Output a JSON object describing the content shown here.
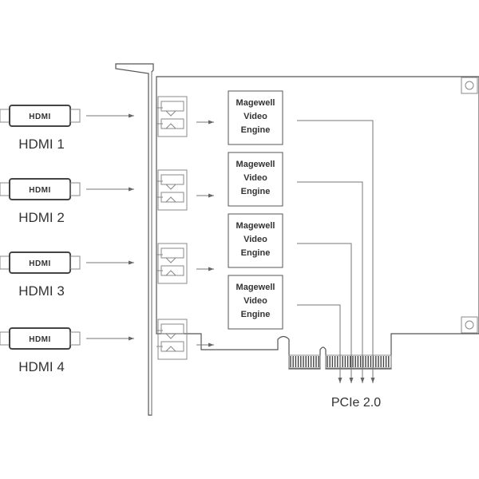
{
  "inputs": [
    {
      "label": "HDMI 1",
      "connector_text": "HDMI"
    },
    {
      "label": "HDMI 2",
      "connector_text": "HDMI"
    },
    {
      "label": "HDMI 3",
      "connector_text": "HDMI"
    },
    {
      "label": "HDMI 4",
      "connector_text": "HDMI"
    }
  ],
  "engines": [
    {
      "line1": "Magewell",
      "line2": "Video",
      "line3": "Engine"
    },
    {
      "line1": "Magewell",
      "line2": "Video",
      "line3": "Engine"
    },
    {
      "line1": "Magewell",
      "line2": "Video",
      "line3": "Engine"
    },
    {
      "line1": "Magewell",
      "line2": "Video",
      "line3": "Engine"
    }
  ],
  "bus": {
    "label": "PCIe 2.0"
  }
}
